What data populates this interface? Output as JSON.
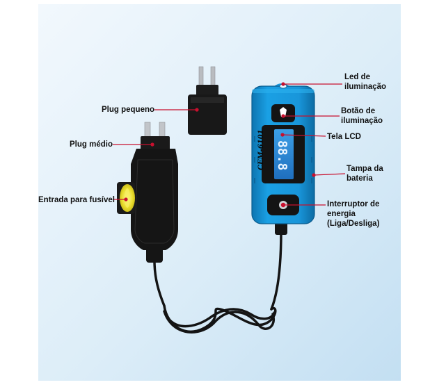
{
  "labels": {
    "led_iluminacao": [
      "Led de",
      "iluminação"
    ],
    "botao_iluminacao": [
      "Botão de",
      "iluminação"
    ],
    "tela_lcd": "Tela LCD",
    "tampa_bateria": [
      "Tampa da",
      "bateria"
    ],
    "interruptor": [
      "Interruptor de",
      "energia",
      "(Liga/Desliga)"
    ],
    "plug_pequeno": "Plug pequeno",
    "plug_medio": "Plug médio",
    "entrada_fusivel": "Entrada para fusível"
  },
  "device": {
    "lcd_digits": "88.8",
    "side_text": "CEM-6101"
  },
  "colors": {
    "panel_top": "#eef6fc",
    "panel_bottom": "#c9e2f3",
    "device_blue": "#1996da",
    "device_blue_dark": "#0c6fa8",
    "screen": "#2a86d3",
    "body_black": "#151515",
    "marker_red": "#c8102e",
    "fuse_yellow": "#e8dc2a"
  }
}
